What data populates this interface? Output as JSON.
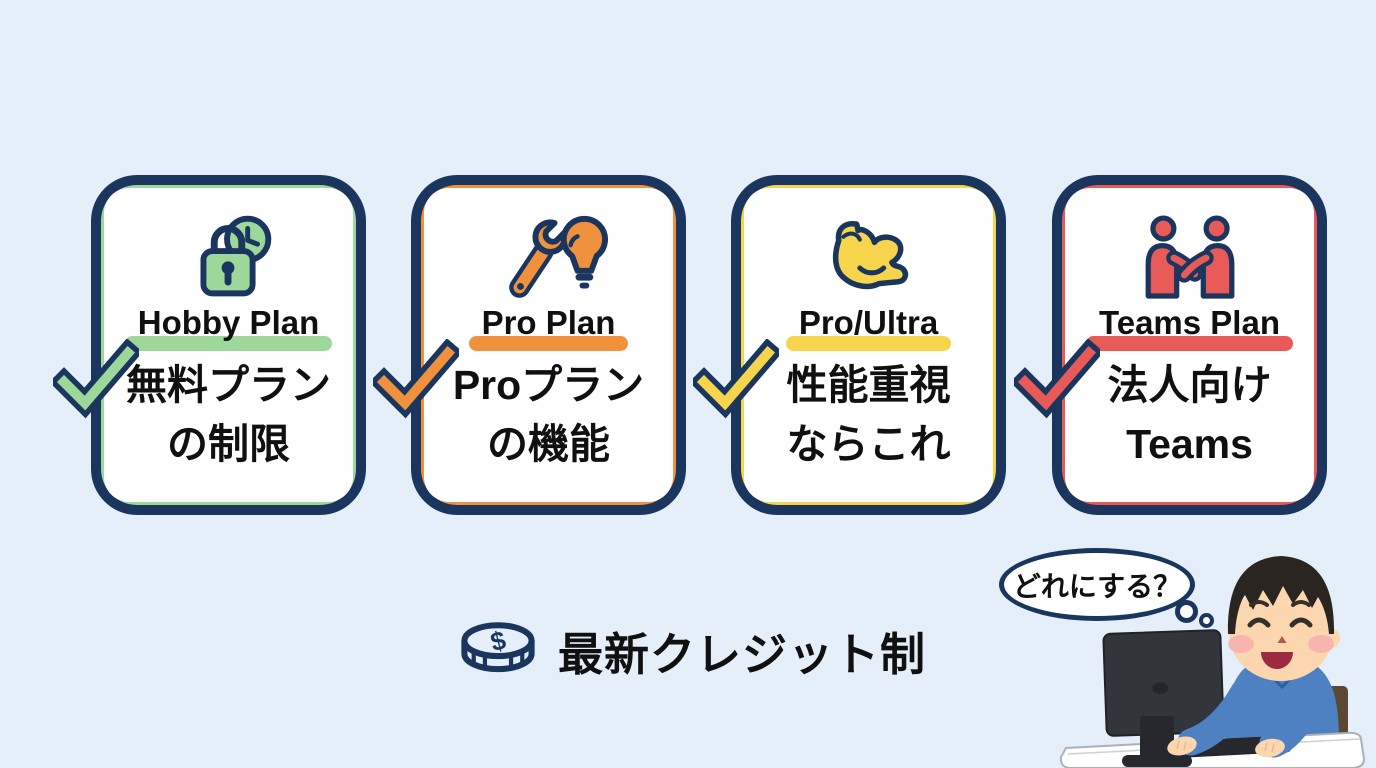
{
  "page": {
    "bg": "#e4effa",
    "navy": "#1a365f",
    "text": "#101010"
  },
  "cards": [
    {
      "id": "hobby",
      "title": "Hobby Plan",
      "desc_line1": "無料プラン",
      "desc_line2": "の制限",
      "accent": "#9ed79a",
      "icon": "lock-clock-icon"
    },
    {
      "id": "pro",
      "title": "Pro Plan",
      "desc_line1": "Proプラン",
      "desc_line2": "の機能",
      "accent": "#f0923d",
      "icon": "wrench-bulb-icon"
    },
    {
      "id": "ultra",
      "title": "Pro/Ultra",
      "desc_line1": "性能重視",
      "desc_line2": "ならこれ",
      "accent": "#f6d54d",
      "icon": "flex-arm-icon"
    },
    {
      "id": "teams",
      "title": "Teams Plan",
      "desc_line1": "法人向け",
      "desc_line2": "Teams",
      "accent": "#e85a58",
      "icon": "handshake-icon"
    }
  ],
  "footer": {
    "credit_label": "最新クレジット制",
    "coin_symbol": "$"
  },
  "thought_bubble": {
    "text": "どれにする？"
  }
}
